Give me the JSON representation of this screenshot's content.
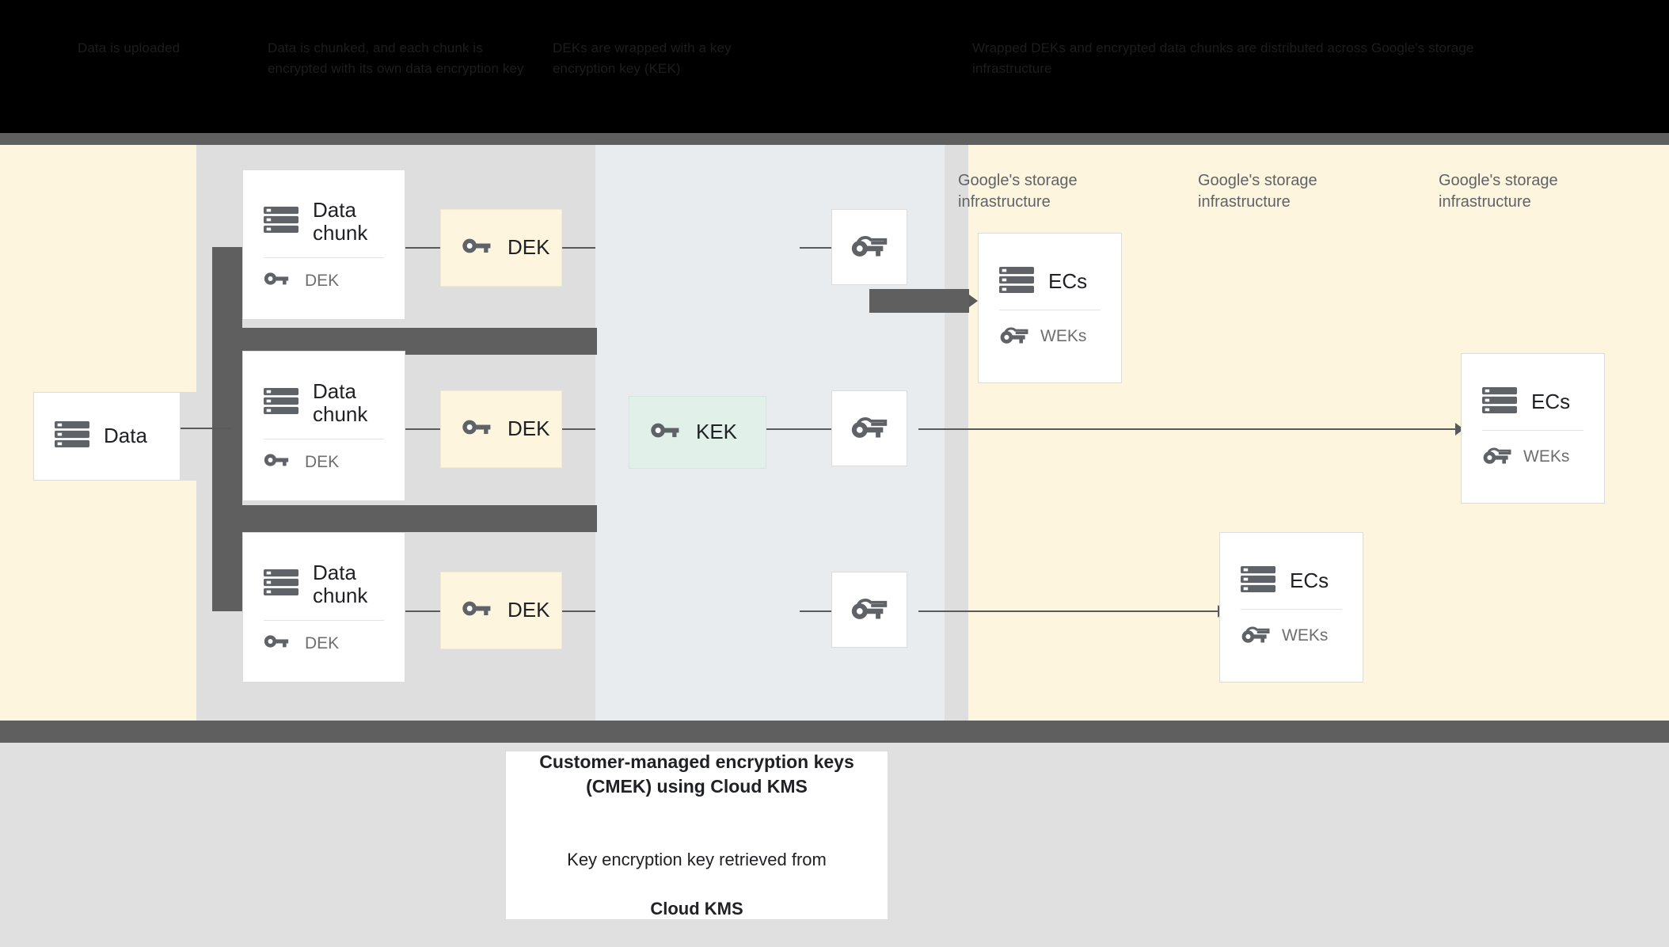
{
  "banner": {
    "columns": [
      {
        "lines": "Data is\nuploaded"
      },
      {
        "lines": "Data is chunked, and each\nchunk is encrypted with its\nown data encryption key"
      },
      {
        "lines": "DEKs are wrapped\nwith a key encryption\nkey (KEK)"
      },
      {
        "lines": "Wrapped DEKs and encrypted data chunks are\ndistributed across Google's storage infrastructure"
      }
    ]
  },
  "diagram": {
    "data_card": {
      "label": "Data",
      "icon": "database-icon"
    },
    "chunks": [
      {
        "label": "Data\nchunk",
        "key_label": "DEK",
        "icon": "database-icon",
        "key_icon": "key-icon"
      },
      {
        "label": "Data\nchunk",
        "key_label": "DEK",
        "icon": "database-icon",
        "key_icon": "key-icon"
      },
      {
        "label": "Data\nchunk",
        "key_label": "DEK",
        "icon": "database-icon",
        "key_icon": "key-icon"
      }
    ],
    "deks": [
      {
        "label": "DEK",
        "icon": "key-icon"
      },
      {
        "label": "DEK",
        "icon": "key-icon"
      },
      {
        "label": "DEK",
        "icon": "key-icon"
      }
    ],
    "kek": {
      "label": "KEK",
      "icon": "key-icon"
    },
    "wrapped_keys": [
      {
        "icon": "wrapped-key-icon"
      },
      {
        "icon": "wrapped-key-icon"
      },
      {
        "icon": "wrapped-key-icon"
      }
    ],
    "infra_labels": [
      "Google's storage\ninfrastructure",
      "Google's storage\ninfrastructure",
      "Google's storage\ninfrastructure"
    ],
    "ec_cards": [
      {
        "label": "ECs",
        "key_label": "WEKs",
        "icon": "database-icon",
        "key_icon": "wrapped-key-icon"
      },
      {
        "label": "ECs",
        "key_label": "WEKs",
        "icon": "database-icon",
        "key_icon": "wrapped-key-icon"
      },
      {
        "label": "ECs",
        "key_label": "WEKs",
        "icon": "database-icon",
        "key_icon": "wrapped-key-icon"
      }
    ]
  },
  "caption": {
    "title": "Customer-managed encryption keys\n(CMEK) using Cloud KMS",
    "body_lead": "Key encryption key retrieved from",
    "body_strong": "Cloud KMS"
  },
  "colors": {
    "band_cream": "#fdf5dd",
    "band_bluegrey": "#e8ecee",
    "grey_column": "#dededf",
    "dark_grey": "#5f5f5f",
    "mint": "#e2f0ea",
    "footer_grey": "#e0e0e0",
    "text_dark": "#202124",
    "text_muted": "#5f6368"
  }
}
